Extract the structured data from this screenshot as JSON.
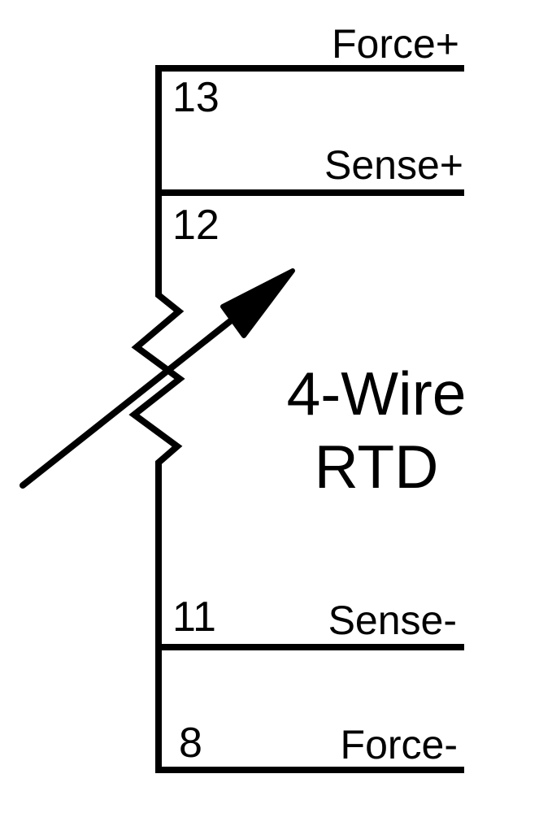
{
  "diagram": {
    "type_label": {
      "line1": "4-Wire",
      "line2": "RTD"
    },
    "terminals": [
      {
        "pin": "13",
        "label": "Force+"
      },
      {
        "pin": "12",
        "label": "Sense+"
      },
      {
        "pin": "11",
        "label": "Sense-"
      },
      {
        "pin": "8",
        "label": "Force-"
      }
    ],
    "colors": {
      "line": "#000000",
      "text": "#000000",
      "background": "#ffffff"
    }
  }
}
